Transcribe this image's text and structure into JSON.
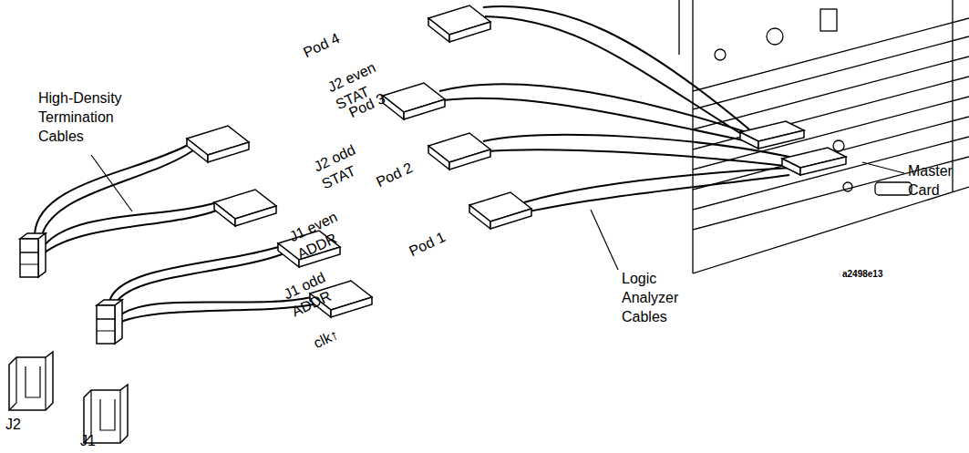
{
  "diagram": {
    "labels": [
      "High-Density Termination Cables",
      "J2 even STAT",
      "J2 odd STAT",
      "J1 even ADDR",
      "J1 odd ADDR",
      "clk↑",
      "Pod 4",
      "Pod 3",
      "Pod 2",
      "Pod 1",
      "Logic Analyzer Cables",
      "Master Card",
      "a2498e13",
      "J2",
      "J1"
    ]
  }
}
